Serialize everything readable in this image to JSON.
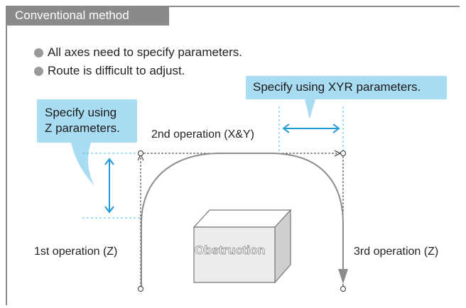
{
  "header": {
    "title": "Conventional method"
  },
  "bullets": [
    "All axes need to specify parameters.",
    "Route is difficult to adjust."
  ],
  "callouts": {
    "z": [
      "Specify using",
      "Z parameters."
    ],
    "xyr": "Specify using XYR parameters."
  },
  "labels": {
    "op1": "1st operation (Z)",
    "op2": "2nd operation (X&Y)",
    "op3": "3rd operation (Z)",
    "obstruction": "Obstruction"
  },
  "colors": {
    "header_bg": "#8a8a8a",
    "callout_bg": "#a8dcf3",
    "accent_arrow": "#1e9ad6",
    "route": "#8c8c8c"
  }
}
